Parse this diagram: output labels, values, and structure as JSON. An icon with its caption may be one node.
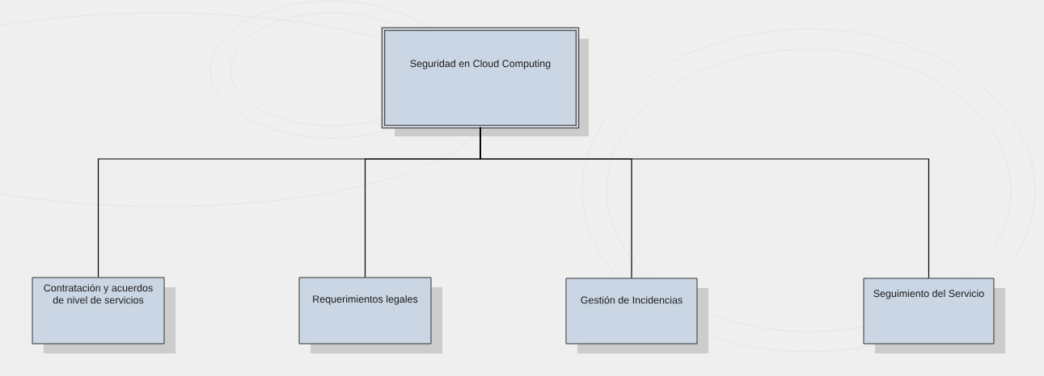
{
  "diagram": {
    "nodes": [
      {
        "text": [
          "Seguridad en Cloud Computing"
        ]
      },
      {
        "text": [
          "Contratación y acuerdos de nivel de servicios"
        ]
      },
      {
        "text": [
          "Requerimientos legales"
        ]
      },
      {
        "text": [
          "Gestión de Incidencias"
        ]
      },
      {
        "text": [
          "Seguimiento del Servicio"
        ]
      }
    ],
    "edges": [
      {
        "from": 0,
        "to": 1,
        "arrow": "none"
      },
      {
        "from": 0,
        "to": 2,
        "arrow": "none"
      },
      {
        "from": 0,
        "to": 3,
        "arrow": "none"
      },
      {
        "from": 0,
        "to": 4,
        "arrow": "none"
      }
    ]
  }
}
